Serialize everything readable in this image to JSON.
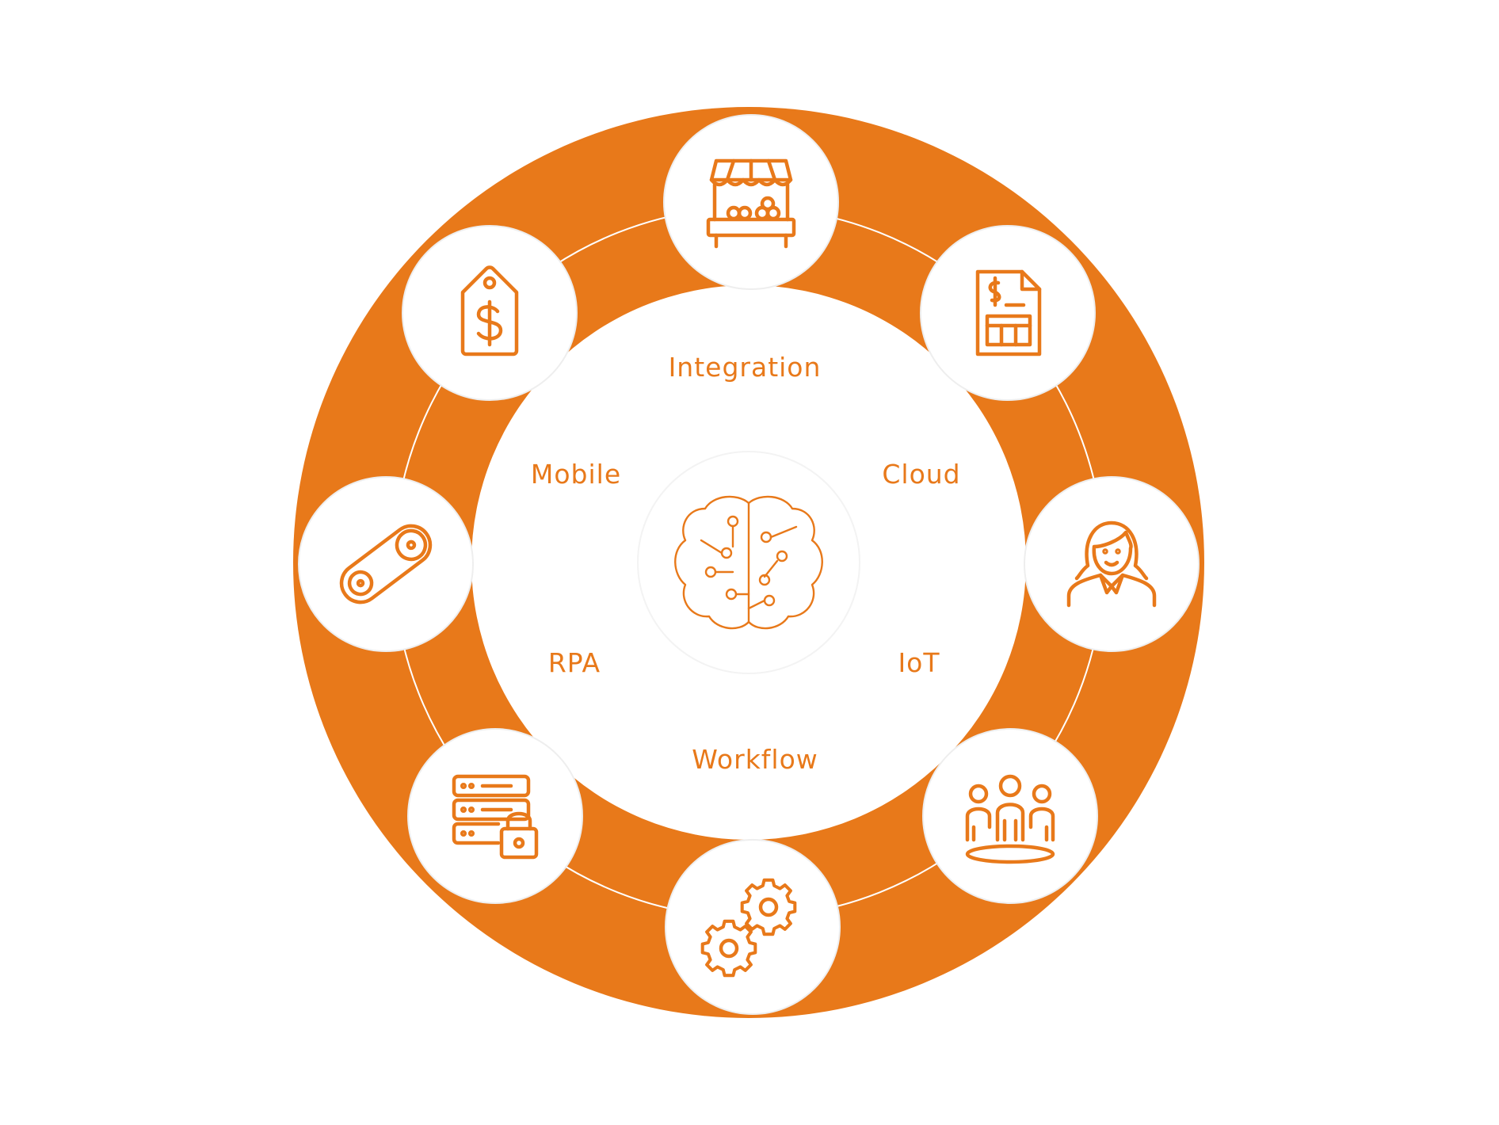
{
  "colors": {
    "accent": "#E8791A",
    "background": "#ffffff",
    "ring_line": "#ffffff"
  },
  "center": {
    "icon": "brain-circuit-icon"
  },
  "labels": [
    {
      "text": "Integration"
    },
    {
      "text": "Cloud"
    },
    {
      "text": "IoT"
    },
    {
      "text": "Workflow"
    },
    {
      "text": "RPA"
    },
    {
      "text": "Mobile"
    }
  ],
  "nodes": [
    {
      "icon": "market-stall-icon"
    },
    {
      "icon": "invoice-document-icon"
    },
    {
      "icon": "agent-person-icon"
    },
    {
      "icon": "team-group-icon"
    },
    {
      "icon": "gears-icon"
    },
    {
      "icon": "server-lock-icon"
    },
    {
      "icon": "conveyor-belt-icon"
    },
    {
      "icon": "price-tag-icon"
    }
  ]
}
